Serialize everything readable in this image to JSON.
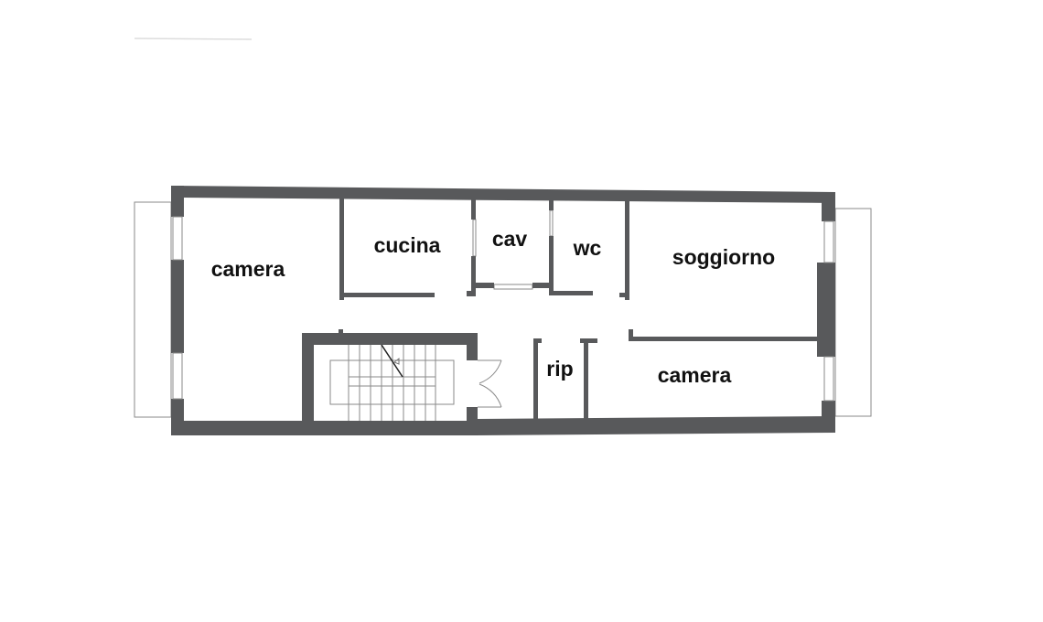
{
  "plan": {
    "wall_color": "#58595b",
    "rooms": [
      {
        "id": "camera-west",
        "label": "camera"
      },
      {
        "id": "cucina",
        "label": "cucina"
      },
      {
        "id": "cav",
        "label": "cav"
      },
      {
        "id": "wc",
        "label": "wc"
      },
      {
        "id": "soggiorno",
        "label": "soggiorno"
      },
      {
        "id": "rip",
        "label": "rip"
      },
      {
        "id": "camera-east",
        "label": "camera"
      }
    ]
  }
}
